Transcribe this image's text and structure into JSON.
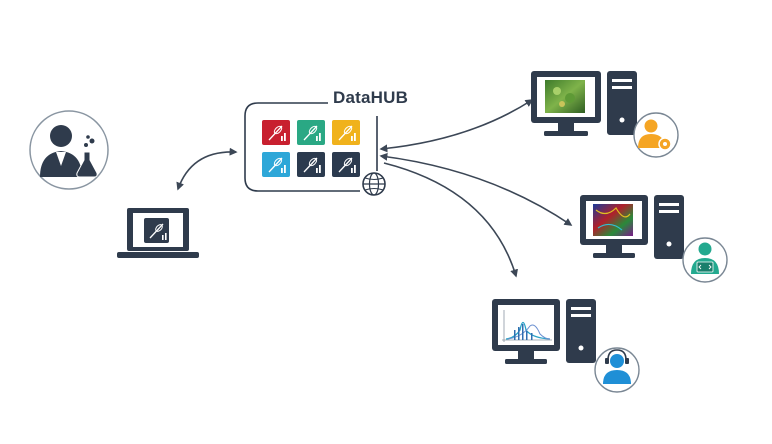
{
  "hub": {
    "title": "DataHUB",
    "tile_colors": [
      "#c8202f",
      "#2aa884",
      "#f0b21c",
      "#2ea7d8",
      "#2b3a4e",
      "#2b3a4e"
    ]
  },
  "colors": {
    "dark": "#2f3b4c",
    "connector": "#3c4756",
    "gear_orange": "#f5a524",
    "teal_user": "#23a98f",
    "blue_user": "#1f8fd6",
    "ring": "#7a8794"
  },
  "nodes": {
    "scientist": {
      "icon": "scientist-icon"
    },
    "laptop": {
      "icon": "laptop-icon"
    },
    "workstation_plants": {
      "icon": "desktop-plant-image-icon",
      "badge": "user-gear-icon"
    },
    "workstation_microscopy": {
      "icon": "desktop-microscopy-icon",
      "badge": "user-code-icon"
    },
    "workstation_spectrum": {
      "icon": "desktop-spectrum-icon",
      "badge": "user-headset-icon"
    }
  },
  "links": [
    "hub-laptop",
    "hub-workstation-plants",
    "hub-workstation-microscopy",
    "hub-workstation-spectrum"
  ]
}
